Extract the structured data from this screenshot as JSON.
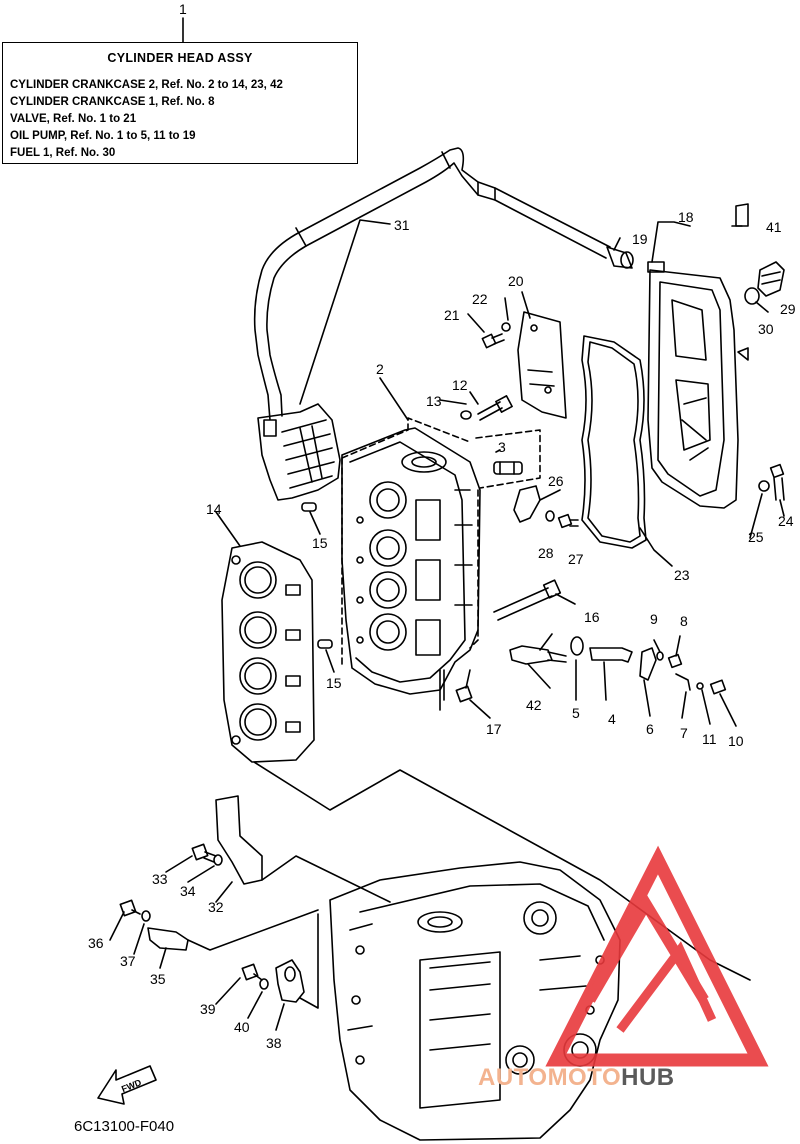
{
  "assembly_box": {
    "title": "CYLINDER HEAD ASSY",
    "lines": [
      "CYLINDER CRANKCASE 2, Ref. No. 2 to 14, 23, 42",
      "CYLINDER CRANKCASE 1, Ref. No. 8",
      "VALVE,  Ref. No. 1 to 21",
      "OIL PUMP, Ref. No. 1 to 5, 11 to 19",
      "FUEL 1, Ref. No. 30"
    ]
  },
  "callouts": [
    "1",
    "2",
    "3",
    "4",
    "5",
    "6",
    "7",
    "8",
    "9",
    "10",
    "11",
    "12",
    "13",
    "14",
    "15",
    "15",
    "16",
    "17",
    "18",
    "19",
    "20",
    "21",
    "22",
    "23",
    "24",
    "25",
    "26",
    "27",
    "28",
    "29",
    "30",
    "31",
    "32",
    "33",
    "34",
    "35",
    "36",
    "37",
    "38",
    "39",
    "40",
    "41",
    "42"
  ],
  "fwd_label": "FWD",
  "diagram_code": "6C13100-F040",
  "watermark": {
    "part1": "AUTO",
    "part2": "MOTO",
    "part3": "HUB",
    "logo_color": "#e8393c"
  }
}
